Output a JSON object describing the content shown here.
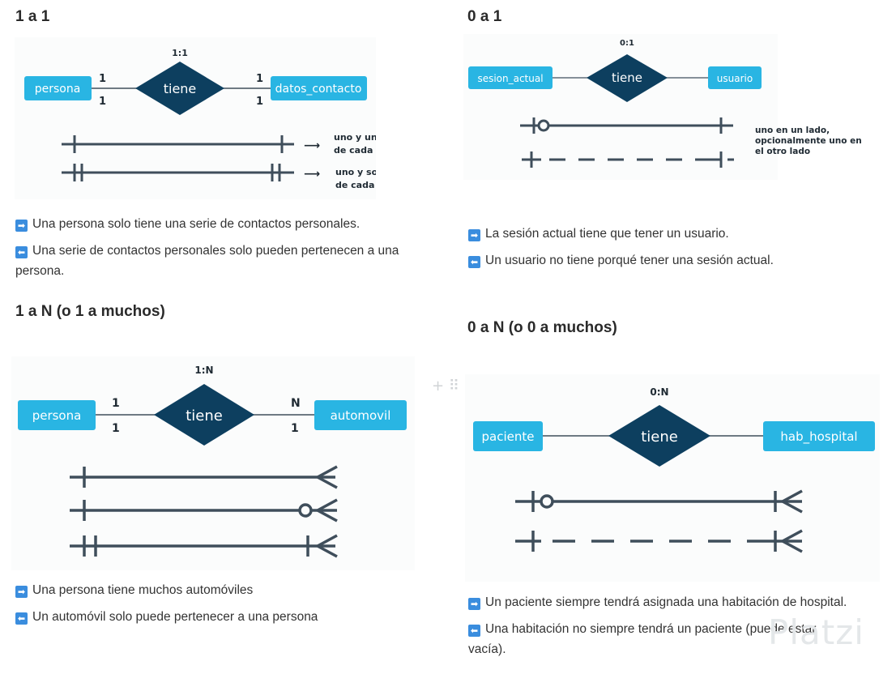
{
  "sections": {
    "s1": {
      "title": "1 a 1",
      "ratio": "1:1",
      "left_entity": "persona",
      "relation": "tiene",
      "right_entity": "datos_contacto",
      "left_card_top": "1",
      "left_card_bottom": "1",
      "right_card_top": "1",
      "right_card_bottom": "1",
      "legend1_line1": "uno y uno",
      "legend1_line2": "de cada lado",
      "legend2_line1": "uno y solo uno",
      "legend2_line2": "de cada lado",
      "arrow_glyph": "⟶",
      "desc_right": "Una persona solo tiene una serie de contactos personales.",
      "desc_left": "Una serie de contactos personales solo pueden pertenecen a una persona."
    },
    "s2": {
      "title": "0 a 1",
      "ratio": "0:1",
      "left_entity": "sesion_actual",
      "relation": "tiene",
      "right_entity": "usuario",
      "note_line1": "uno en un lado,",
      "note_line2": "opcionalmente uno en",
      "note_line3": "el otro lado",
      "desc_right": "La sesión actual tiene que tener un usuario.",
      "desc_left": "Un usuario no tiene porqué tener una sesión actual."
    },
    "s3": {
      "title": "1 a N (o 1 a muchos)",
      "ratio": "1:N",
      "left_entity": "persona",
      "relation": "tiene",
      "right_entity": "automovil",
      "left_card_top": "1",
      "left_card_bottom": "1",
      "right_card_top": "N",
      "right_card_bottom": "1",
      "desc_right": "Una persona tiene muchos automóviles",
      "desc_left": "Un automóvil solo puede pertenecer a una persona"
    },
    "s4": {
      "title": "0 a N (o 0 a muchos)",
      "ratio": "0:N",
      "left_entity": "paciente",
      "relation": "tiene",
      "right_entity": "hab_hospital",
      "desc_right": "Un paciente siempre tendrá asignada una habitación de hospital.",
      "desc_left": "Una habitación no siempre tendrá un paciente (puede estar vacía)."
    }
  },
  "icons": {
    "right_arrow": "➡",
    "left_arrow": "⬅",
    "add": "+",
    "drag": "⠿"
  },
  "watermark": "Platzi",
  "colors": {
    "entity": "#29b5e3",
    "relation": "#0d3f5f",
    "line": "#3f4e5b"
  }
}
